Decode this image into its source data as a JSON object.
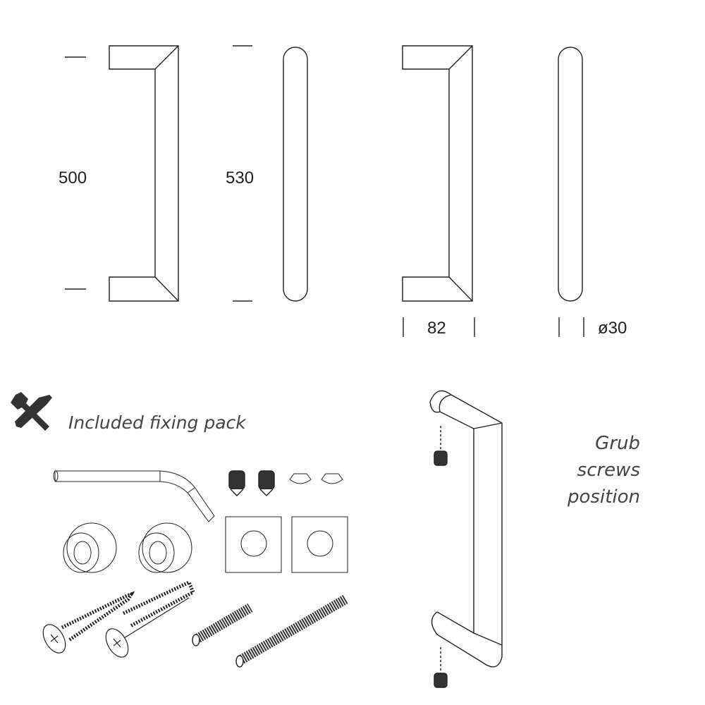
{
  "dimensions": {
    "mitre_height": "500",
    "round_height": "530",
    "projection": "82",
    "diameter": "ø30"
  },
  "fixing_pack": {
    "title": "Included fixing pack",
    "icon": "tools-icon"
  },
  "grub_label": {
    "lines": [
      "Grub",
      "screws",
      "position"
    ]
  },
  "colors": {
    "line": "#222222",
    "text": "#444444"
  }
}
